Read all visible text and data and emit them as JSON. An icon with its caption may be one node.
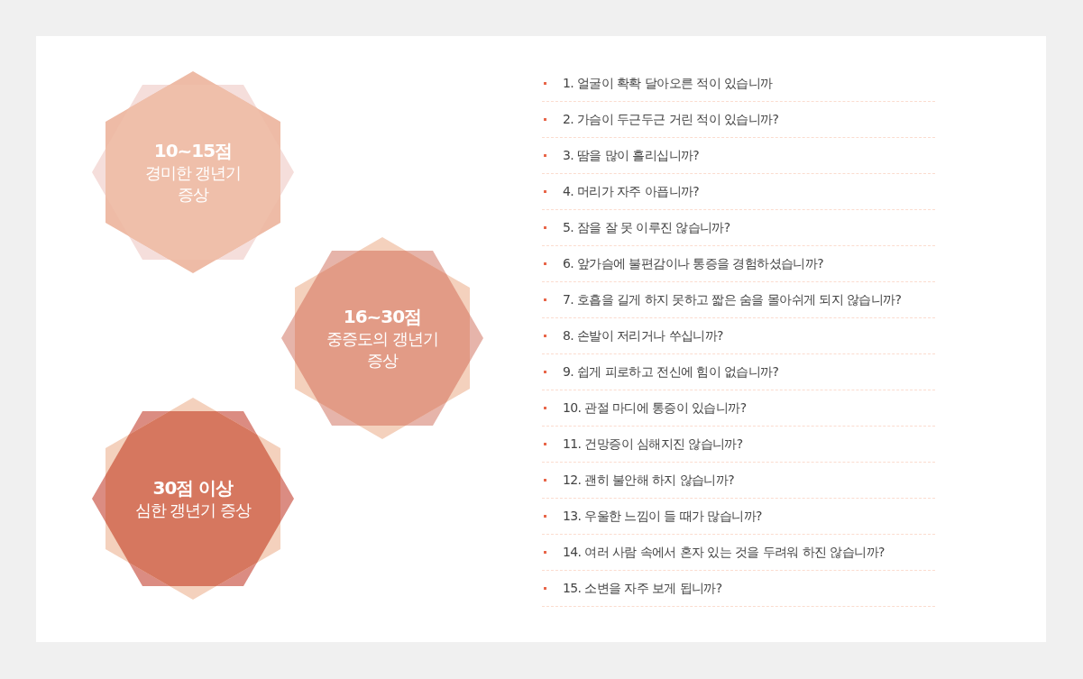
{
  "diagram": {
    "nodes": [
      {
        "text": [
          "10~15점",
          "경미한 갱년기 증상"
        ]
      },
      {
        "text": [
          "16~30점",
          "중증도의 갱년기 증상"
        ]
      },
      {
        "text": [
          "30점 이상",
          "심한 갱년기 증상"
        ]
      }
    ],
    "labels": [
      "1. 얼굴이 확확 달아오른 적이 있습니까",
      "2. 가슴이 두근두근 거린 적이 있습니까?",
      "3. 땀을 많이 흘리십니까?",
      "4. 머리가 자주 아픕니까?",
      "5. 잠을 잘 못 이루진 않습니까?",
      "6. 앞가슴에 불편감이나 통증을 경험하셨습니까?",
      "7. 호흡을 길게 하지 못하고 짧은 숨을 몰아쉬게 되지 않습니까?",
      "8. 손발이 저리거나 쑤십니까?",
      "9. 쉽게 피로하고 전신에 힘이 없습니까?",
      "10. 관절 마디에 통증이 있습니까?",
      "11. 건망증이 심해지진 않습니까?",
      "12. 괜히 불안해 하지 않습니까?",
      "13. 우울한 느낌이 들 때가 많습니까?",
      "14. 여러 사람 속에서 혼자 있는 것을 두려워 하진 않습니까?",
      "15. 소변을 자주 보게 됩니까?"
    ]
  }
}
